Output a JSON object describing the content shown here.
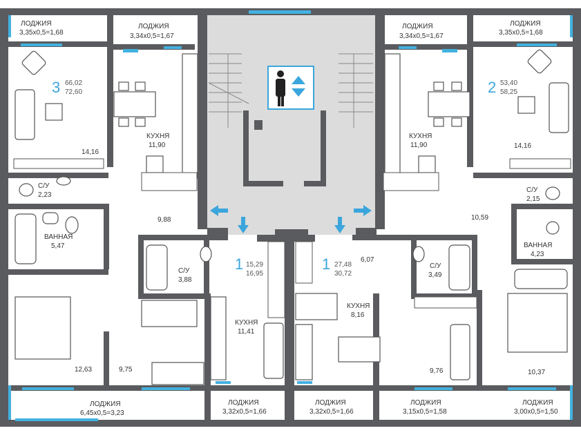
{
  "colors": {
    "wall": "#5a5b5e",
    "window": "#43b1e0",
    "core": "#dcdcdc",
    "accent": "#3aa6dc"
  },
  "core": {
    "elevator_icon": "elevator-icon"
  },
  "rooms": {
    "loggia_tl_name": "ЛОДЖИЯ",
    "loggia_tl_dim": "3,35x0,5=1,68",
    "loggia_tl2_name": "ЛОДЖИЯ",
    "loggia_tl2_dim": "3,34x0,5=1,67",
    "loggia_tr2_name": "ЛОДЖИЯ",
    "loggia_tr2_dim": "3,34x0,5=1,67",
    "loggia_tr_name": "ЛОДЖИЯ",
    "loggia_tr_dim": "3,35x0,5=1,68",
    "apt3_num": "3",
    "apt3_a1": "66,02",
    "apt3_a2": "72,60",
    "apt2_num": "2",
    "apt2_a1": "53,40",
    "apt2_a2": "58,25",
    "living_left_area": "14,16",
    "living_right_area": "14,16",
    "kitchen_l_name": "КУХНЯ",
    "kitchen_l_area": "11,90",
    "kitchen_r_name": "КУХНЯ",
    "kitchen_r_area": "11,90",
    "wc_l_name": "С/У",
    "wc_l_area": "2,23",
    "wc_r_name": "С/У",
    "wc_r_area": "2,15",
    "bath_l_name": "ВАННАЯ",
    "bath_l_area": "5,47",
    "bath_r_name": "ВАННАЯ",
    "bath_r_area": "4,23",
    "hall_l_area": "9,88",
    "hall_r_area": "10,59",
    "wc_c1_name": "С/У",
    "wc_c1_area": "3,88",
    "wc_c2_name": "С/У",
    "wc_c2_area": "3,49",
    "apt1a_num": "1",
    "apt1a_a1": "15,29",
    "apt1a_a2": "16,95",
    "apt1b_num": "1",
    "apt1b_a1": "27,48",
    "apt1b_a2": "30,72",
    "corr_b_area": "6,07",
    "kitchen_c1_name": "КУХНЯ",
    "kitchen_c1_area": "11,41",
    "kitchen_c2_name": "КУХНЯ",
    "kitchen_c2_area": "8,16",
    "bed_l_area": "12,63",
    "room_c1_area": "9,75",
    "room_c2_area": "9,76",
    "bed_r_area": "10,37",
    "loggia_b1_name": "ЛОДЖИЯ",
    "loggia_b1_dim": "6,45x0,5=3,23",
    "loggia_b2_name": "ЛОДЖИЯ",
    "loggia_b2_dim": "3,32x0,5=1,66",
    "loggia_b3_name": "ЛОДЖИЯ",
    "loggia_b3_dim": "3,32x0,5=1,66",
    "loggia_b4_name": "ЛОДЖИЯ",
    "loggia_b4_dim": "3,15x0,5=1,58",
    "loggia_b5_name": "ЛОДЖИЯ",
    "loggia_b5_dim": "3,00x0,5=1,50"
  }
}
